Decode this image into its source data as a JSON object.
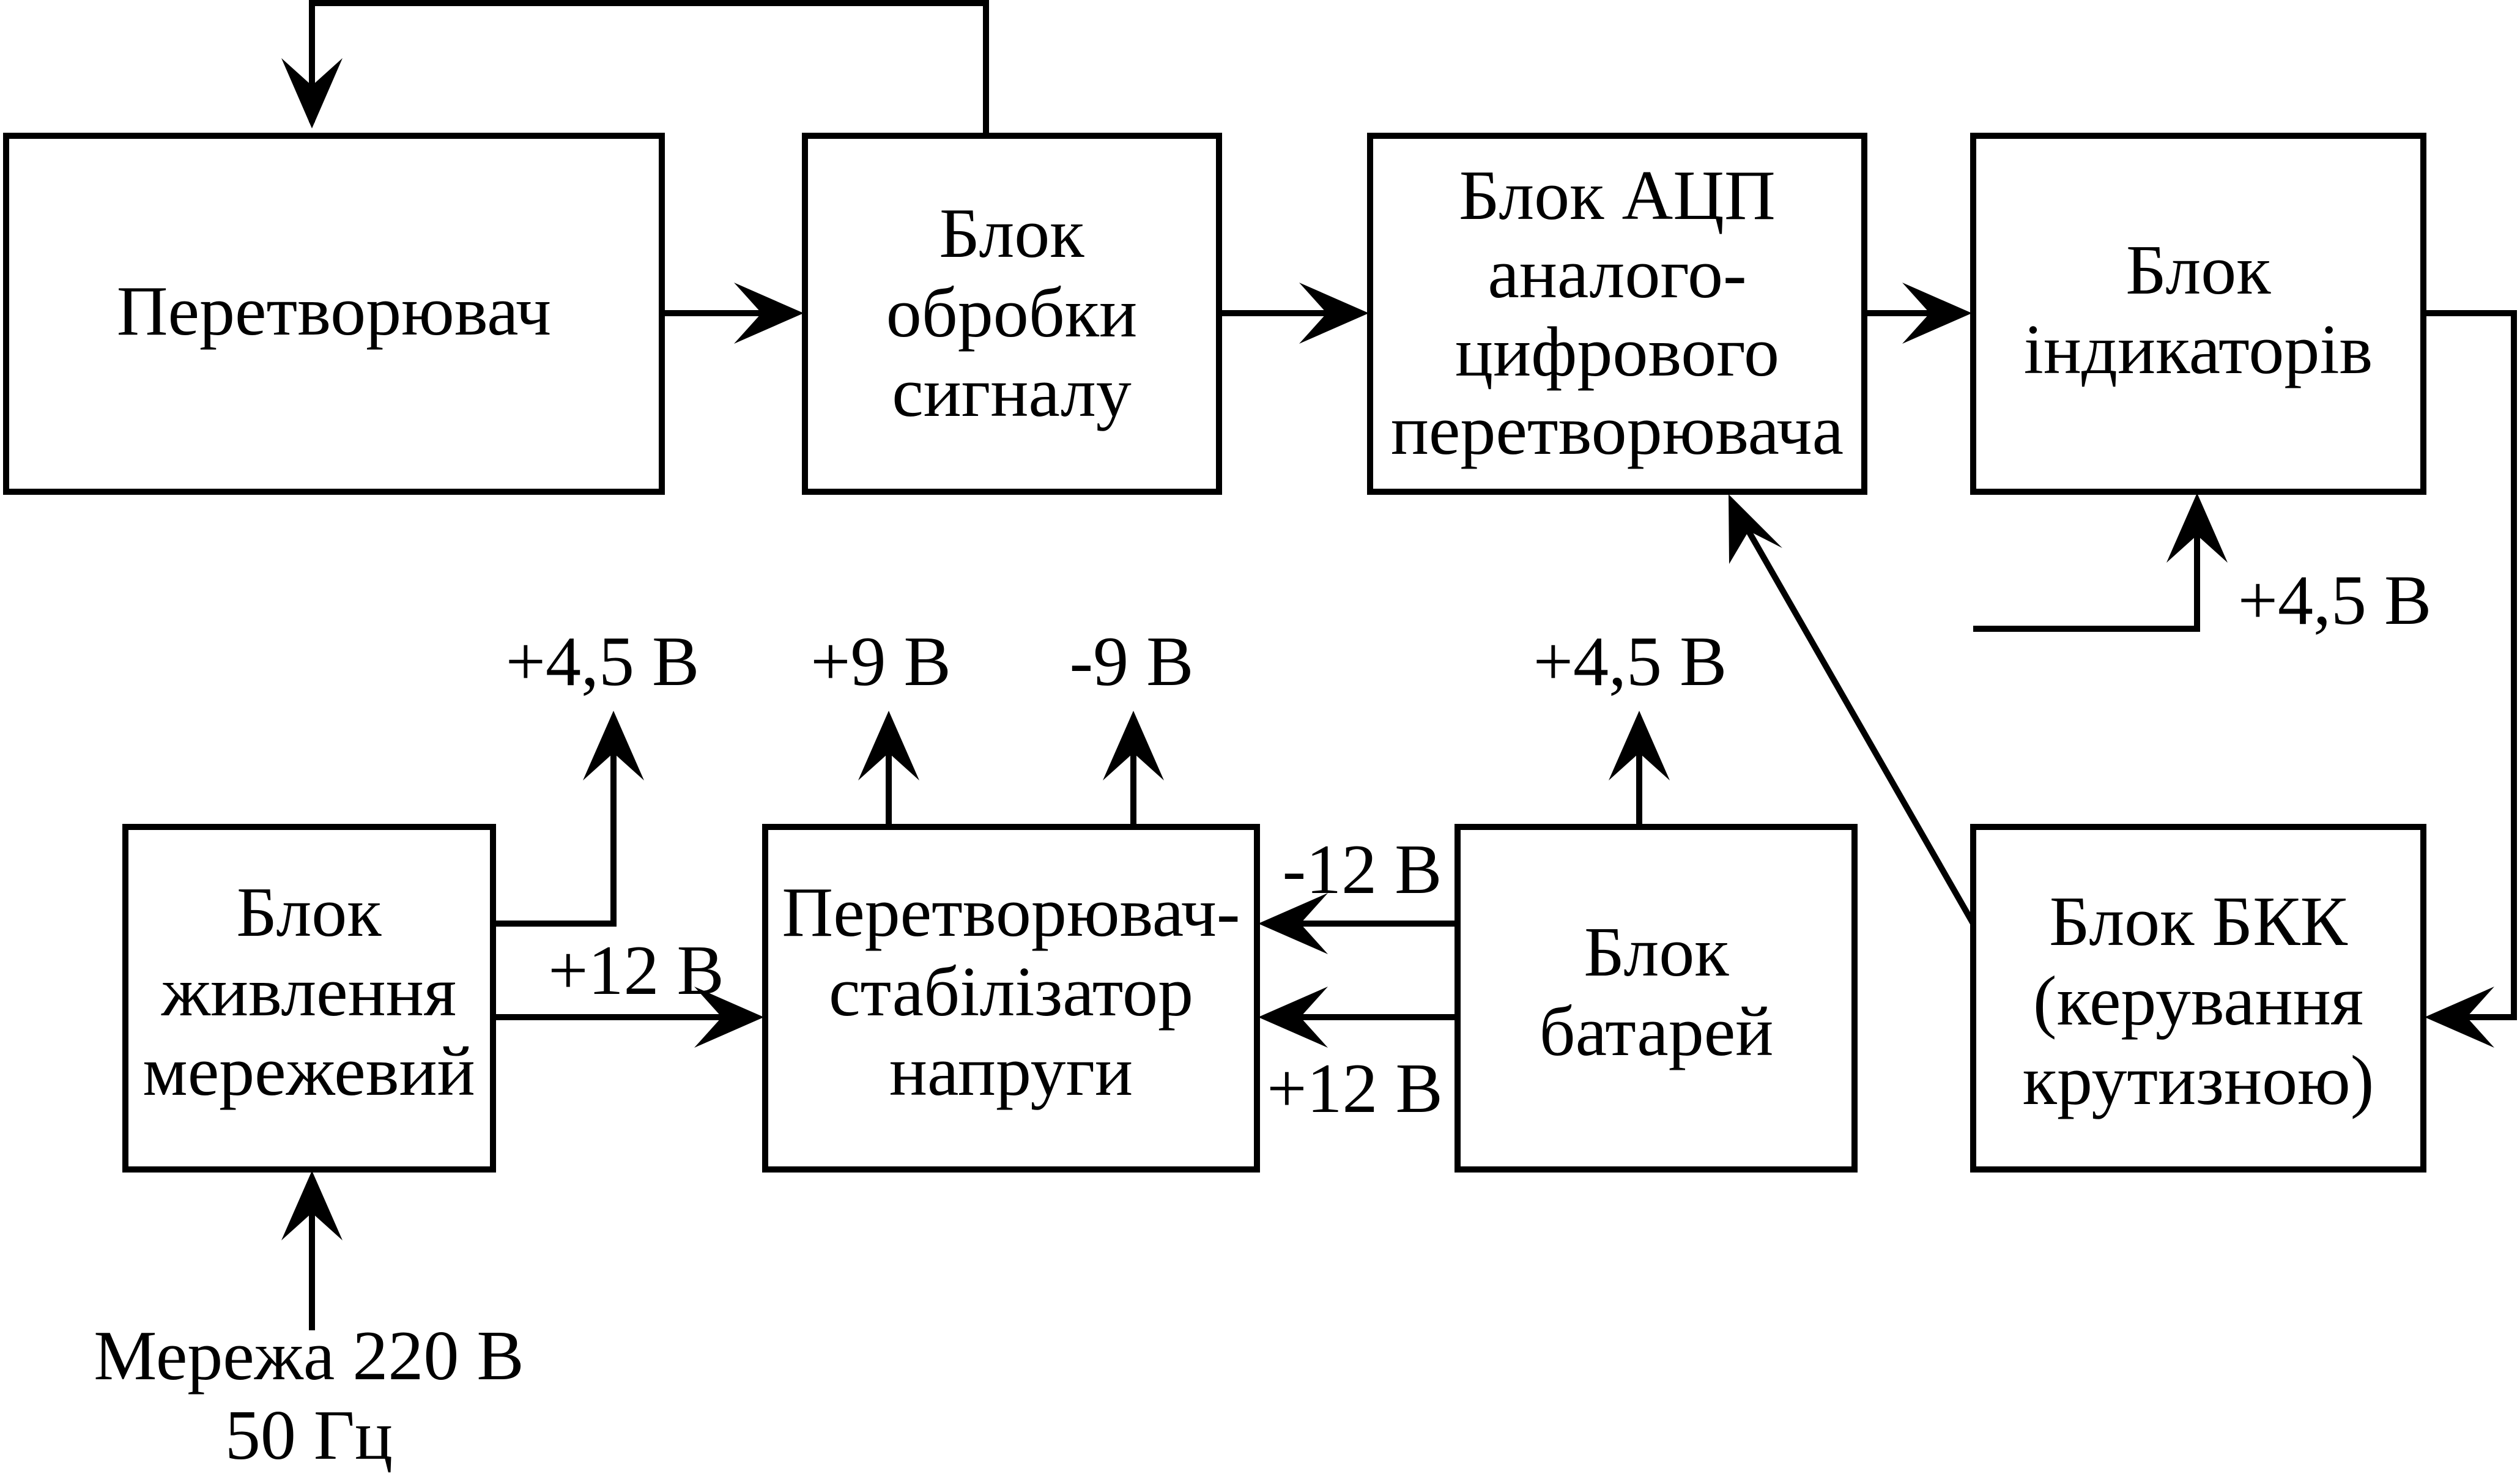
{
  "blocks": {
    "converter": "Перетворювач",
    "signal_processing": [
      "Блок",
      "обробки",
      "сигналу"
    ],
    "adc": [
      "Блок АЦП",
      "аналого-",
      "цифрового",
      "перетворювача"
    ],
    "indicators": [
      "Блок",
      "індикаторів"
    ],
    "mains_supply": [
      "Блок",
      "живлення",
      "мережевий"
    ],
    "voltage_stabilizer": [
      "Перетворювач-",
      "стабілізатор",
      "напруги"
    ],
    "batteries": [
      "Блок",
      "батарей"
    ],
    "bkk": [
      "Блок БКК",
      "(керування",
      "крутизною)"
    ]
  },
  "voltages": {
    "mains_out_45": "+4,5 В",
    "mains_out_12": "+12 В",
    "stab_out_p9": "+9 В",
    "stab_out_m9": "-9 В",
    "battery_out_45": "+4,5 В",
    "battery_m12": "-12 В",
    "battery_p12": "+12 В",
    "indicators_in_45": "+4,5 В"
  },
  "mains_input": [
    "Мережа 220 В",
    "50 Гц"
  ]
}
